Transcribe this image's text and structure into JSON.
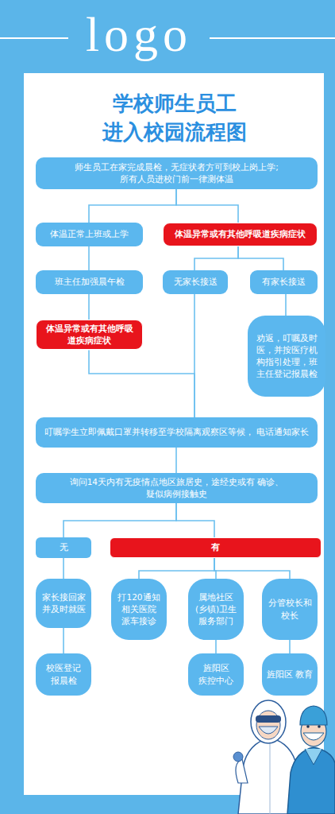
{
  "diagram": {
    "title": "学校师生员工 进入校园流程图",
    "nodes": [
      {
        "text": [
          "师生员工在家完成晨检，无症状者方可到校上岗上学; 所有人员进校门前一律测体温"
        ]
      },
      {
        "text": [
          "体温正常上班或上学"
        ]
      },
      {
        "text": [
          "体温异常或有其他呼吸道疾病症状"
        ]
      },
      {
        "text": [
          "班主任加强晨午检"
        ]
      },
      {
        "text": [
          "无家长接送"
        ]
      },
      {
        "text": [
          "有家长接送"
        ]
      },
      {
        "text": [
          "体温异常或有其他呼吸 道疾病症状"
        ]
      },
      {
        "text": [
          "劝返，叮嘱及时 医，并按医疗机 构指引处理，班 主任登记报晨检"
        ]
      },
      {
        "text": [
          "叮嘱学生立即佩戴口罩并转移至学校隔离观察区等候， 电话通知家长"
        ]
      },
      {
        "text": [
          "询问14天内有无疫情点地区旅居史，途经史或有 确诊、疑似病例接触史"
        ]
      },
      {
        "text": [
          "无"
        ]
      },
      {
        "text": [
          "有"
        ]
      },
      {
        "text": [
          "家长接回家 并及时就医"
        ]
      },
      {
        "text": [
          "打120通知 相关医院 派车接诊"
        ]
      },
      {
        "text": [
          "属地社区 (乡镇)卫生 服务部门"
        ]
      },
      {
        "text": [
          "分管校长和 校长"
        ]
      },
      {
        "text": [
          "校医登记 报晨检"
        ]
      },
      {
        "text": [
          "旌阳区 疾控中心"
        ]
      },
      {
        "text": [
          "旌阳区 教育"
        ]
      }
    ],
    "edges": [
      {
        "from": 0,
        "to": 1,
        "arrow": "none"
      },
      {
        "from": 0,
        "to": 2,
        "arrow": "none"
      },
      {
        "from": 1,
        "to": 3,
        "arrow": "none"
      },
      {
        "from": 2,
        "to": 4,
        "arrow": "none"
      },
      {
        "from": 2,
        "to": 5,
        "arrow": "none"
      },
      {
        "from": 3,
        "to": 6,
        "arrow": "none"
      },
      {
        "from": 4,
        "to": 8,
        "arrow": "none"
      },
      {
        "from": 5,
        "to": 7,
        "arrow": "none"
      },
      {
        "from": 6,
        "to": 8,
        "arrow": "none"
      },
      {
        "from": 8,
        "to": 9,
        "arrow": "none"
      },
      {
        "from": 9,
        "to": 10,
        "arrow": "none"
      },
      {
        "from": 9,
        "to": 11,
        "arrow": "none"
      },
      {
        "from": 10,
        "to": 12,
        "arrow": "none"
      },
      {
        "from": 11,
        "to": 13,
        "arrow": "none"
      },
      {
        "from": 11,
        "to": 14,
        "arrow": "none"
      },
      {
        "from": 11,
        "to": 15,
        "arrow": "none"
      },
      {
        "from": 12,
        "to": 16,
        "arrow": "none"
      },
      {
        "from": 14,
        "to": 17,
        "arrow": "none"
      },
      {
        "from": 15,
        "to": 18,
        "arrow": "none"
      }
    ],
    "labels": [
      "logo"
    ]
  }
}
